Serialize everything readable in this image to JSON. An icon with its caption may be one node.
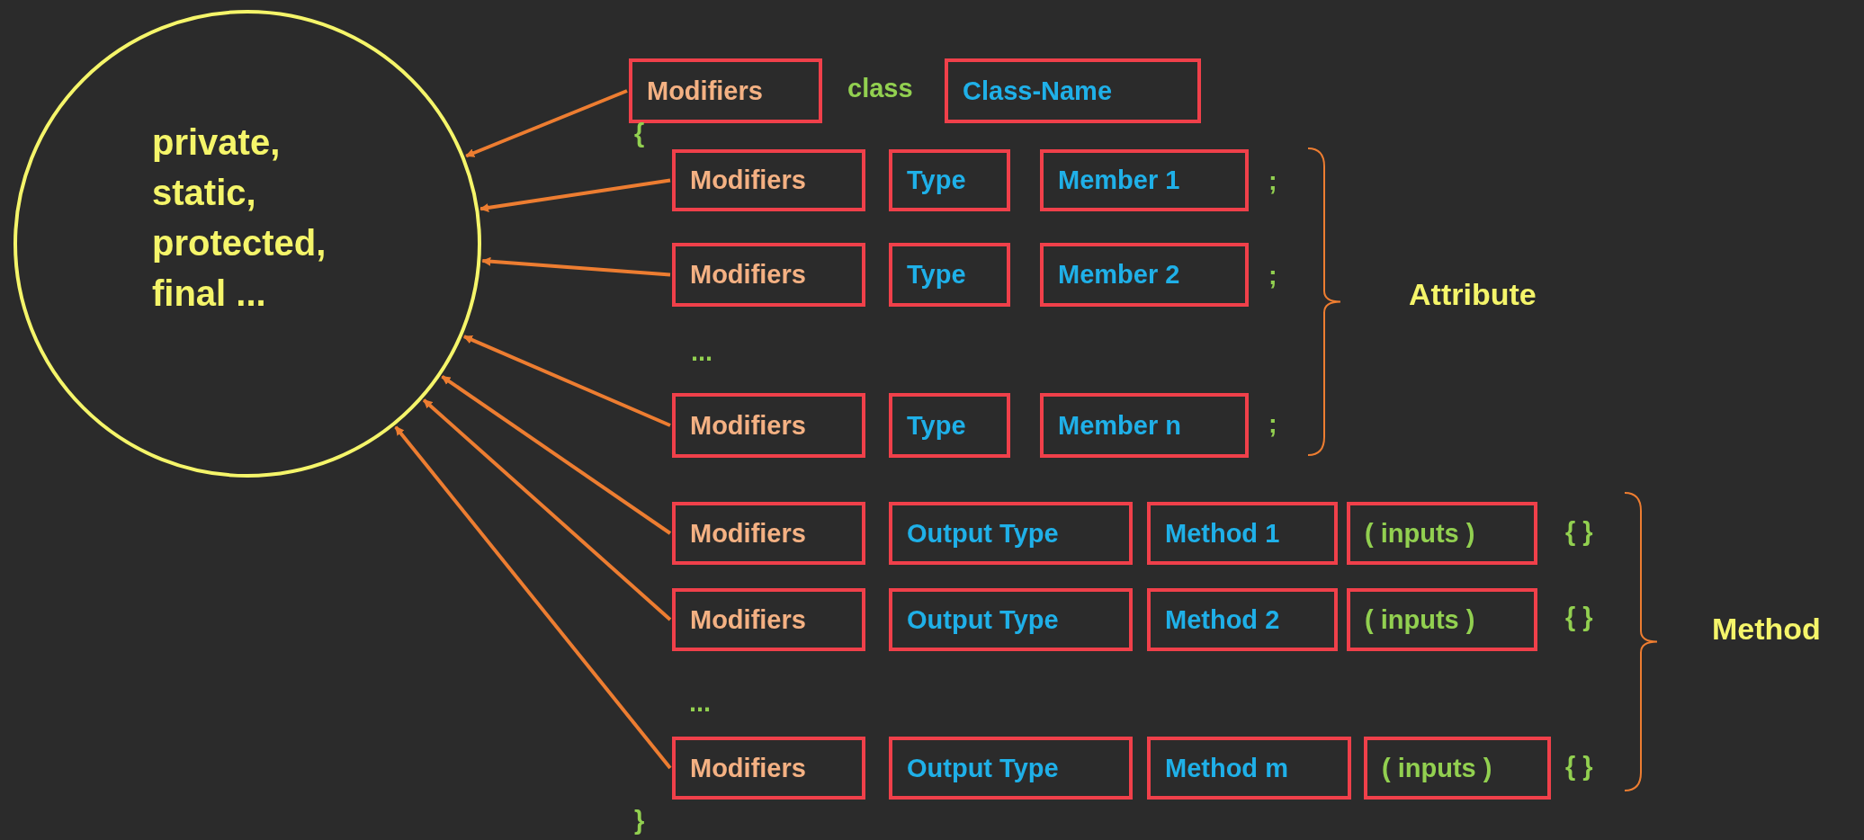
{
  "diagram": {
    "nodes": [
      {
        "text": [
          "private, static, protected, final ..."
        ]
      },
      {
        "text": [
          "Modifiers"
        ]
      },
      {
        "text": [
          "Class-Name"
        ]
      },
      {
        "text": [
          "Modifiers"
        ]
      },
      {
        "text": [
          "Type"
        ]
      },
      {
        "text": [
          "Member 1"
        ]
      },
      {
        "text": [
          "Modifiers"
        ]
      },
      {
        "text": [
          "Type"
        ]
      },
      {
        "text": [
          "Member 2"
        ]
      },
      {
        "text": [
          "Modifiers"
        ]
      },
      {
        "text": [
          "Type"
        ]
      },
      {
        "text": [
          "Member n"
        ]
      },
      {
        "text": [
          "Modifiers"
        ]
      },
      {
        "text": [
          "Output Type"
        ]
      },
      {
        "text": [
          "Method 1"
        ]
      },
      {
        "text": [
          "( inputs )"
        ]
      },
      {
        "text": [
          "Modifiers"
        ]
      },
      {
        "text": [
          "Output Type"
        ]
      },
      {
        "text": [
          "Method 2"
        ]
      },
      {
        "text": [
          "( inputs )"
        ]
      },
      {
        "text": [
          "Modifiers"
        ]
      },
      {
        "text": [
          "Output Type"
        ]
      },
      {
        "text": [
          "Method m"
        ]
      },
      {
        "text": [
          "( inputs )"
        ]
      }
    ],
    "edges": [
      {
        "from": 1,
        "to": 0,
        "arrow": "to"
      },
      {
        "from": 3,
        "to": 0,
        "arrow": "to"
      },
      {
        "from": 6,
        "to": 0,
        "arrow": "to"
      },
      {
        "from": 9,
        "to": 0,
        "arrow": "to"
      },
      {
        "from": 12,
        "to": 0,
        "arrow": "to"
      },
      {
        "from": 16,
        "to": 0,
        "arrow": "to"
      },
      {
        "from": 20,
        "to": 0,
        "arrow": "to"
      }
    ],
    "labels": [
      "class",
      "{",
      ";",
      ";",
      "Attribute",
      "...",
      ";",
      "{ }",
      "{ }",
      "Method",
      "...",
      "{ }",
      "}"
    ]
  }
}
